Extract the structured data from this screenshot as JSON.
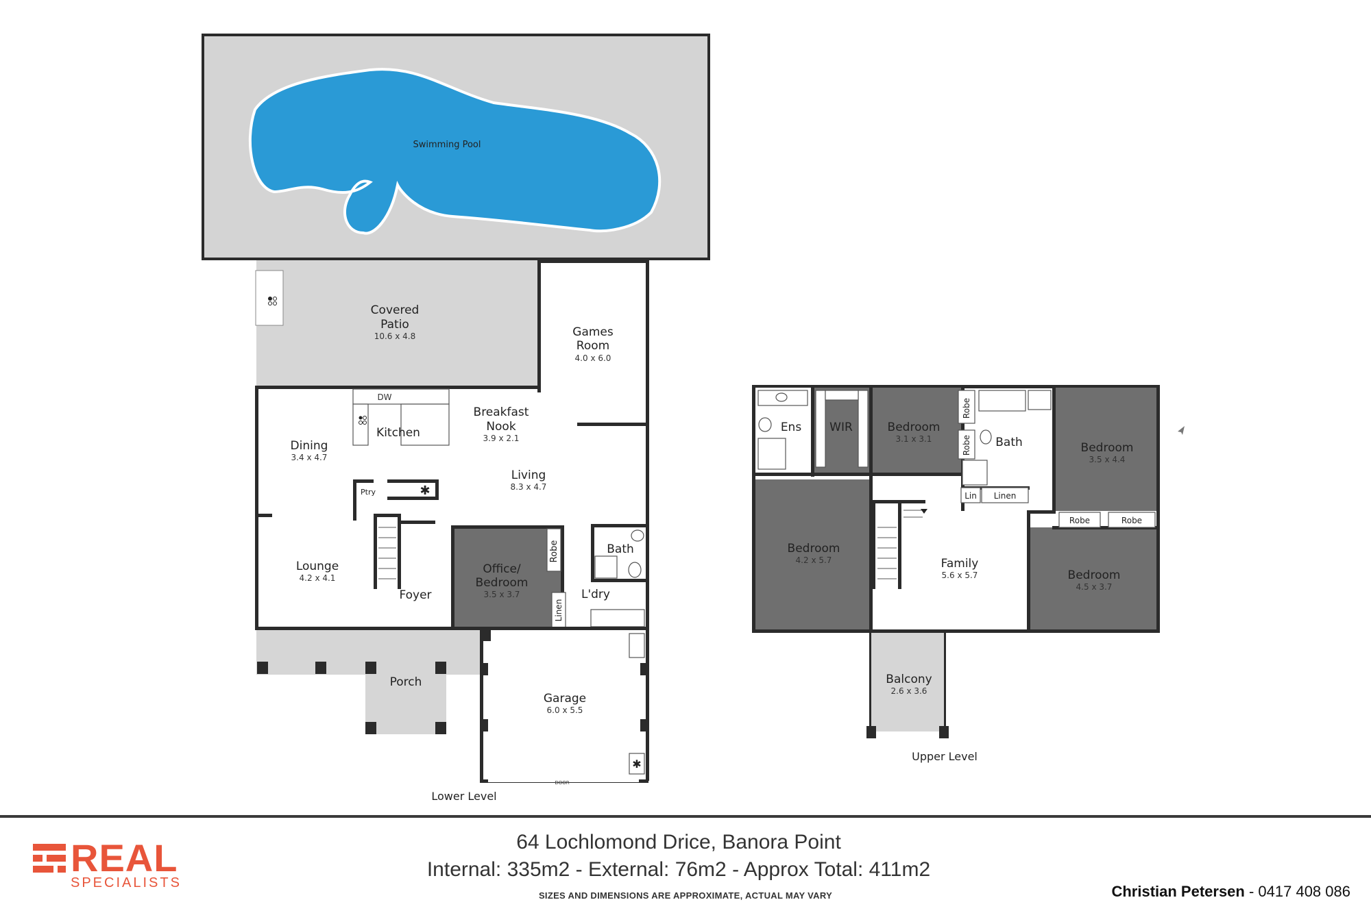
{
  "rooms": {
    "pool": {
      "name": "Swimming Pool"
    },
    "patio": {
      "name1": "Covered",
      "name2": "Patio",
      "dims": "10.6 x 4.8"
    },
    "games": {
      "name1": "Games",
      "name2": "Room",
      "dims": "4.0 x 6.0"
    },
    "breakfast": {
      "name1": "Breakfast",
      "name2": "Nook",
      "dims": "3.9 x 2.1"
    },
    "kitchen": {
      "name": "Kitchen",
      "dw": "DW"
    },
    "dining": {
      "name": "Dining",
      "dims": "3.4 x 4.7"
    },
    "living": {
      "name": "Living",
      "dims": "8.3 x 4.7"
    },
    "pantry": {
      "name": "Ptry"
    },
    "lounge": {
      "name": "Lounge",
      "dims": "4.2 x 4.1"
    },
    "foyer": {
      "name": "Foyer"
    },
    "office": {
      "name1": "Office/",
      "name2": "Bedroom",
      "dims": "3.5 x 3.7",
      "robe": "Robe"
    },
    "bath_lower": {
      "name": "Bath"
    },
    "laundry": {
      "name": "L'dry",
      "linen": "Linen"
    },
    "porch": {
      "name": "Porch"
    },
    "garage": {
      "name": "Garage",
      "dims": "6.0 x 5.5",
      "door": "DOOR"
    },
    "ens": {
      "name": "Ens"
    },
    "wir": {
      "name": "WIR"
    },
    "bed_a": {
      "name": "Bedroom",
      "dims": "3.1 x 3.1"
    },
    "robe_a": {
      "name": "Robe"
    },
    "robe_b": {
      "name": "Robe"
    },
    "bath_upper": {
      "name": "Bath"
    },
    "bed_b": {
      "name": "Bedroom",
      "dims": "3.5 x 4.4"
    },
    "bed_main": {
      "name": "Bedroom",
      "dims": "4.2 x 5.7"
    },
    "lin": {
      "name": "Lin"
    },
    "linen_upper": {
      "name": "Linen"
    },
    "family": {
      "name": "Family",
      "dims": "5.6 x 5.7"
    },
    "robe_c": {
      "name": "Robe"
    },
    "robe_d": {
      "name": "Robe"
    },
    "bed_c": {
      "name": "Bedroom",
      "dims": "4.5 x 3.7"
    },
    "balcony": {
      "name": "Balcony",
      "dims": "2.6 x 3.6"
    }
  },
  "levels": {
    "lower": "Lower Level",
    "upper": "Upper Level"
  },
  "footer": {
    "address": "64 Lochlomond Drice, Banora Point",
    "areas": "Internal: 335m2 - External: 76m2 - Approx Total: 411m2",
    "disclaimer": "SIZES AND DIMENSIONS ARE APPROXIMATE, ACTUAL MAY VARY",
    "agent_name": "Christian Petersen",
    "agent_phone": " - 0417 408 086"
  },
  "logo": {
    "word": "REAL",
    "sub": "SPECIALISTS"
  },
  "icons": [
    "cooktop-icon",
    "fridge-snowflake-icon",
    "stair-arrow-icon",
    "north-arrow-icon"
  ],
  "colors": {
    "pool": "#2a9ad6",
    "paving": "#d6d6d6",
    "room_dark": "#6f6f6f",
    "wall": "#2b2b2b",
    "brand": "#e8553a"
  }
}
